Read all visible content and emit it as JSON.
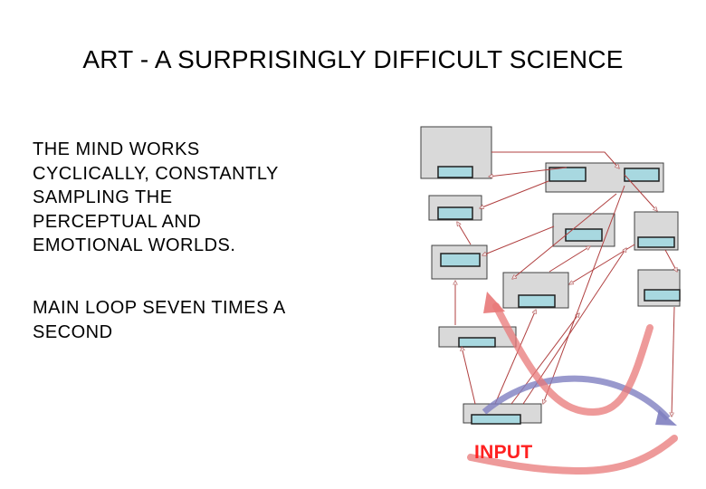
{
  "slide": {
    "title": "ART - A SURPRISINGLY DIFFICULT SCIENCE",
    "paragraph_1": "THE MIND WORKS\nCYCLICALLY, CONSTANTLY\nSAMPLING THE\nPERCEPTUAL AND\nEMOTIONAL WORLDS.",
    "paragraph_2": "MAIN LOOP SEVEN TIMES A\nSECOND"
  },
  "diagram": {
    "input_label": "INPUT",
    "colors": {
      "box_fill": "#d9d9d9",
      "box_stroke": "#404040",
      "slot_fill": "#a8d8e0",
      "connector": "#b04040",
      "feedback_arrow": "#e87878",
      "input_arrow": "#8080c0",
      "input_label": "#ff2020"
    }
  }
}
